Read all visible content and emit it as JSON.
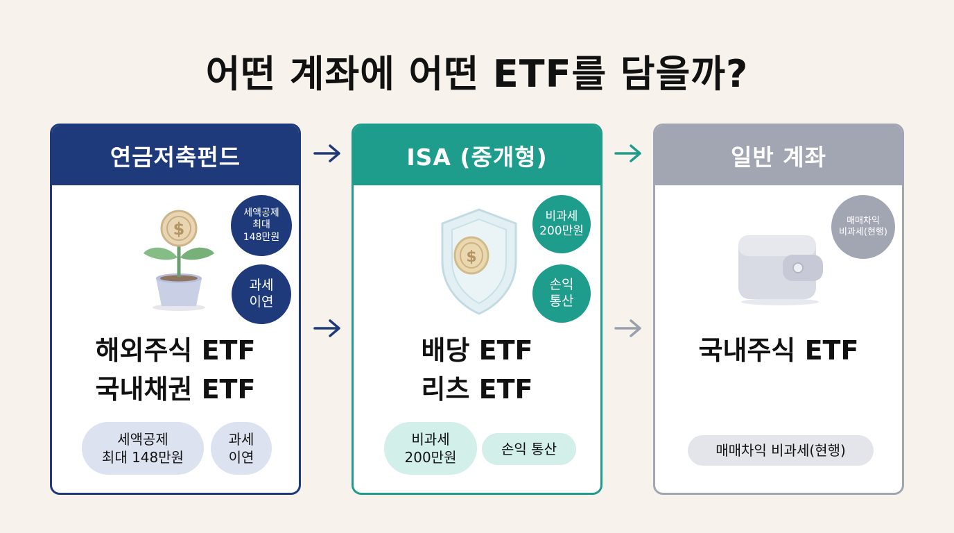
{
  "title": "어떤 계좌에 어떤 ETF를 담을까?",
  "colors": {
    "pension": "#1e3a7b",
    "isa": "#1f9d8c",
    "general": "#a2a6b3",
    "background": "#f7f3ec"
  },
  "cards": [
    {
      "header": "연금저축펀드",
      "illustration": "plant-coin-icon",
      "circle_badges": [
        "세액공제\n최대\n148만원",
        "과세\n이연"
      ],
      "etfs": [
        "해외주식 ETF",
        "국내채권 ETF"
      ],
      "pills": [
        "세액공제\n최대 148만원",
        "과세\n이연"
      ]
    },
    {
      "header": "ISA (중개형)",
      "illustration": "shield-coin-icon",
      "circle_badges": [
        "비과세\n200만원",
        "손익\n통산"
      ],
      "etfs": [
        "배당 ETF",
        "리츠 ETF"
      ],
      "pills": [
        "비과세\n200만원",
        "손익 통산"
      ]
    },
    {
      "header": "일반 계좌",
      "illustration": "wallet-icon",
      "circle_badges": [
        "매매차익\n비과세(현행)"
      ],
      "etfs": [
        "국내주식 ETF"
      ],
      "pills": [
        "매매차익 비과세(현행)"
      ]
    }
  ]
}
